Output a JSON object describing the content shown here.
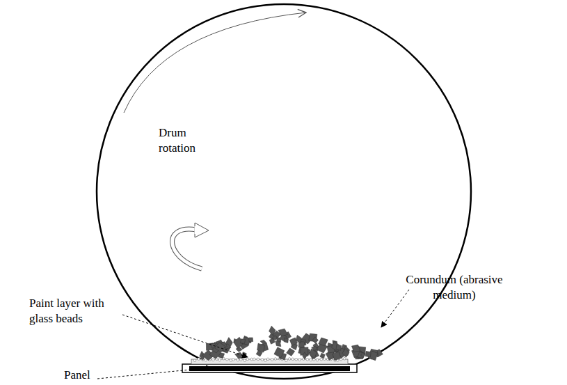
{
  "diagram": {
    "labels": [
      "Drum rotation",
      "Corundum (abrasive medium)",
      "Paint layer with glass beads",
      "Panel"
    ]
  }
}
